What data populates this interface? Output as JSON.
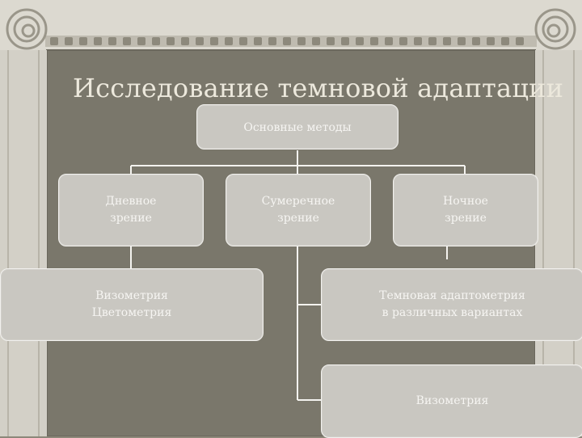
{
  "title": "Исследование темновой адаптации",
  "nodes": {
    "root": "Основные методы",
    "day": "Дневное\nзрение",
    "twilight": "Сумеречное\nзрение",
    "night": "Ночное\nзрение",
    "day_methods": "Визометрия\nЦветометрия",
    "dark_adapt": "Темновая адаптометрия\nв различных вариантах",
    "visometry": "Визометрия"
  },
  "colors": {
    "background": "#8c887a",
    "panel": "#7a776b",
    "column": "#d8d5cc",
    "box_fill": "#c9c7c1",
    "text": "#f6f5f2"
  }
}
